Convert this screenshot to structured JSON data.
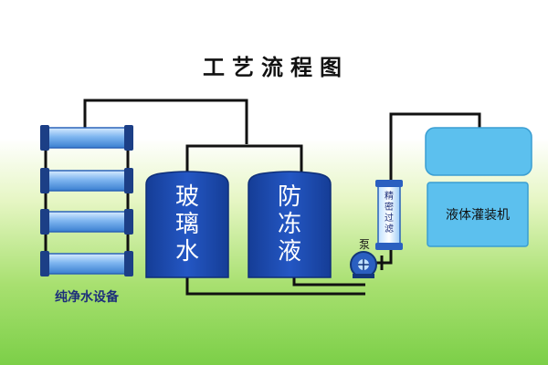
{
  "title": "工艺流程图",
  "equipment": {
    "pure_water_label": "纯净水设备",
    "tank1_label": "玻璃水",
    "tank2_label": "防冻液",
    "pump_label": "泵",
    "filter_label": "精密过滤",
    "filler_label": "液体灌装机"
  },
  "colors": {
    "pipe": "#111111",
    "membrane_blue": "#7fb6f0",
    "tank_blue": "#1f4fb8",
    "filler_blue": "#5cc0ee",
    "pump_blue": "#2a5fc0"
  }
}
